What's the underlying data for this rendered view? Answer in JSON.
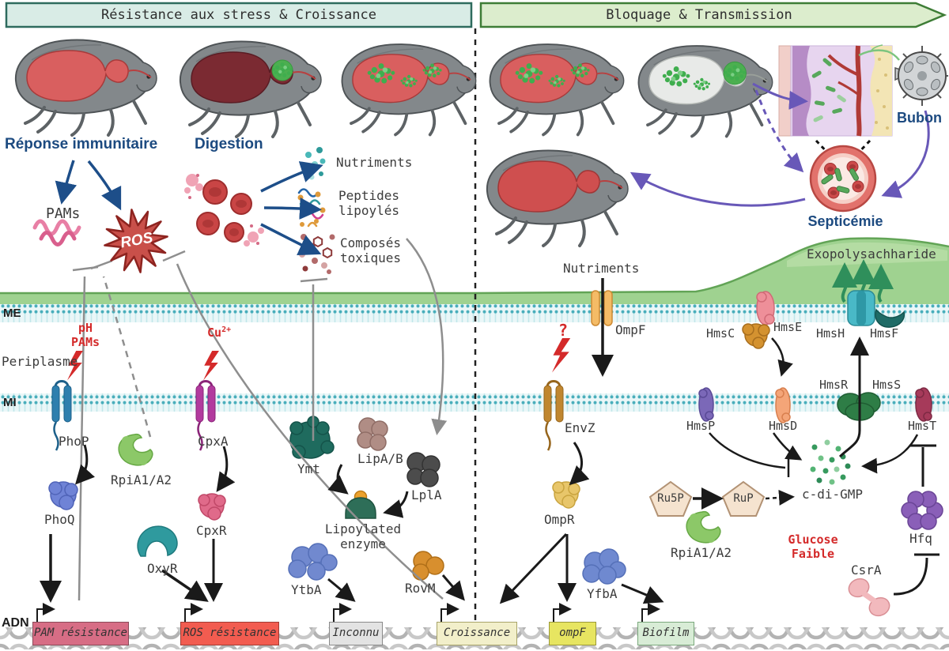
{
  "banner_left": "Résistance aux stress & Croissance",
  "banner_right": "Bloquage & Transmission",
  "labels": {
    "reponse": "Réponse immunitaire",
    "digestion": "Digestion",
    "pams": "PAMs",
    "ros": "ROS",
    "nutriments_left": "Nutriments",
    "peptides": "Peptides\nlipoylés",
    "composes": "Composés\ntoxiques",
    "me": "ME",
    "mi": "MI",
    "periplasme": "Periplasme",
    "adn": "ADN",
    "ph_pams": "pH\nPAMs",
    "cu_base": "Cu",
    "cu_sup": "2+",
    "question": "?",
    "glucose": "Glucose\nFaible",
    "nutriments_right": "Nutriments",
    "exopolysaccharide": "Exopolysachharide",
    "bubon": "Bubon",
    "septicemie": "Septicémie"
  },
  "proteins": {
    "phoP": "PhoP",
    "phoQ": "PhoQ",
    "rpiA1A2": "RpiA1/A2",
    "cpxA": "CpxA",
    "cpxR": "CpxR",
    "oxyR": "OxyR",
    "ymt": "Ymt",
    "lipAB": "LipA/B",
    "lplA": "LplA",
    "lipoylated": "Lipoylated\nenzyme",
    "ytbA": "YtbA",
    "rovM": "RovM",
    "envZ": "EnvZ",
    "ompR": "OmpR",
    "ompF": "OmpF",
    "yfbA": "YfbA",
    "hmsC": "HmsC",
    "hmsE": "HmsE",
    "hmsH": "HmsH",
    "hmsF": "HmsF",
    "hmsR": "HmsR",
    "hmsS": "HmsS",
    "hmsP": "HmsP",
    "hmsD": "HmsD",
    "hmsT": "HmsT",
    "hfq": "Hfq",
    "csrA": "CsrA"
  },
  "metabolites": {
    "ru5p": "Ru5P",
    "rup": "RuP",
    "cdigmp": "c-di-GMP"
  },
  "genes": {
    "pam": "PAM résistance",
    "ros": "ROS résistance",
    "inconnu": "Inconnu",
    "croissance": "Croissance",
    "ompf": "ompF",
    "biofilm": "Biofilm"
  },
  "colors": {
    "accent_blue": "#1c4a80",
    "stress_red": "#d42a2a",
    "banner_left_bg": "#d9ece6",
    "banner_left_border": "#2e6b5e",
    "banner_right_bg": "#dcedcd",
    "banner_right_border": "#3e7d36",
    "membrane_teal": "#49aebb",
    "eps_green": "#9fd290",
    "purple_arrow": "#6858b8",
    "gene_pam_bg": "#d76d85",
    "gene_ros_bg": "#f25c50",
    "gene_inconnu_bg": "#e3e3e3",
    "gene_croissance_bg": "#f2efca",
    "gene_ompf_bg": "#e7e561",
    "gene_biofilm_bg": "#d8ecd6"
  }
}
